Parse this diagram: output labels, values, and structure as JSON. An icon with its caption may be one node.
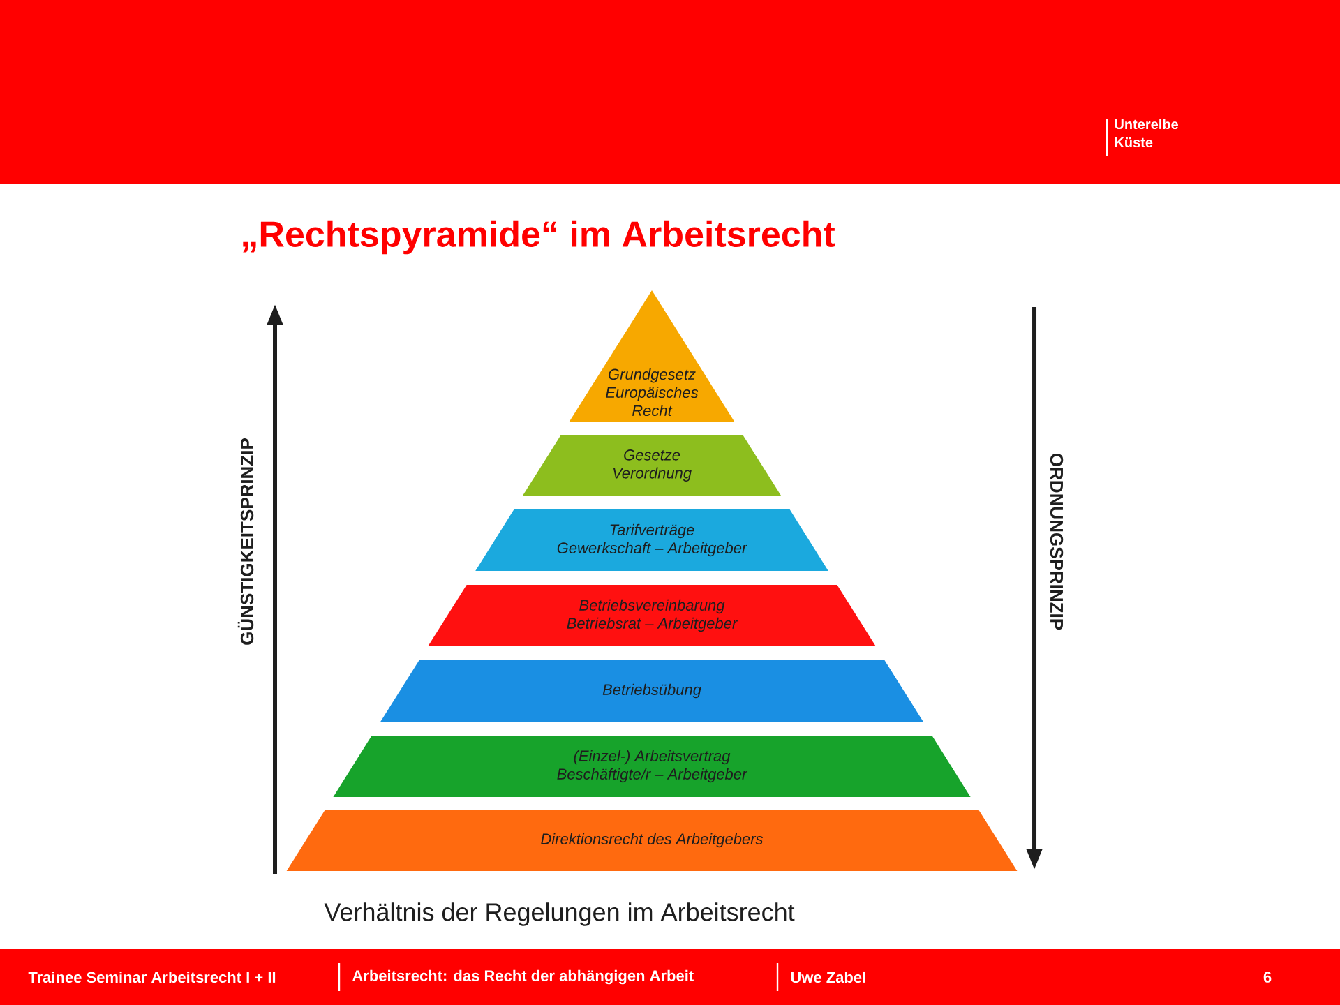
{
  "diagram": {
    "title": "„Rechtspyramide“ im Arbeitsrecht",
    "caption": "Verhältnis der Regelungen im Arbeitsrecht",
    "nodes": [
      {
        "text": [
          "Grundgesetz",
          "Europäisches Recht"
        ]
      },
      {
        "text": [
          "Gesetze",
          "Verordnung"
        ]
      },
      {
        "text": [
          "Tarifverträge",
          "Gewerkschaft – Arbeitgeber"
        ]
      },
      {
        "text": [
          "Betriebsvereinbarung",
          "Betriebsrat – Arbeitgeber"
        ]
      },
      {
        "text": [
          "Betriebsübung"
        ]
      },
      {
        "text": [
          "(Einzel-) Arbeitsvertrag",
          "Beschäftigte/r – Arbeitgeber"
        ]
      },
      {
        "text": [
          "Direktionsrecht des Arbeitgebers"
        ]
      }
    ],
    "labels": [
      "Unterelbe Küste",
      "GÜNSTIGKEITSPRINZIP",
      "ORDNUNGSPRINZIP",
      "Trainee Seminar Arbeitsrecht I + II",
      "Arbeitsrecht: das Recht der abhängigen Arbeit",
      "Uwe Zabel",
      "6"
    ]
  }
}
